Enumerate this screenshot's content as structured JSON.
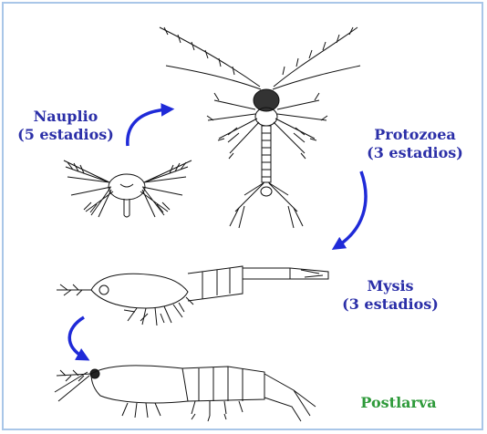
{
  "stages": [
    {
      "id": "nauplio",
      "name": "Nauplio",
      "count": "(5 estadios)",
      "color": "#2b2fa8"
    },
    {
      "id": "protozoea",
      "name": "Protozoea",
      "count": "(3 estadios)",
      "color": "#2b2fa8"
    },
    {
      "id": "mysis",
      "name": "Mysis",
      "count": "(3 estadios)",
      "color": "#2b2fa8"
    },
    {
      "id": "postlarva",
      "name": "Postlarva",
      "color": "#2e9a3a"
    }
  ],
  "arrow_color": "#1f2ad8",
  "frame_color": "#a9c6e8"
}
